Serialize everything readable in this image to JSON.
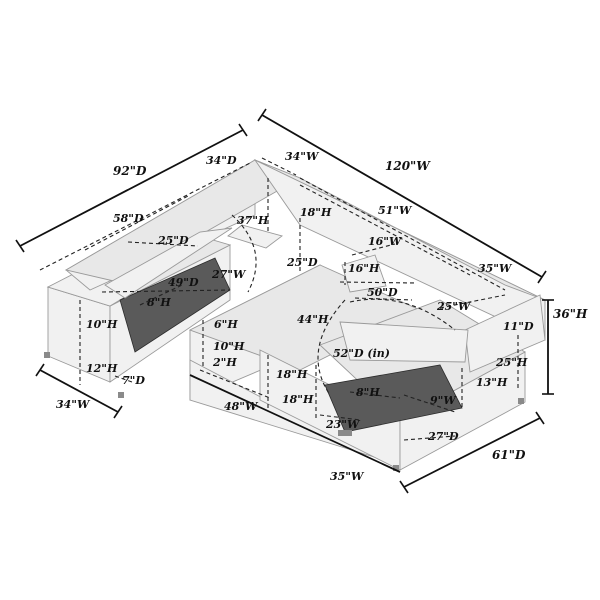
{
  "labels": {
    "d92": "92\"D",
    "d34top": "34\"D",
    "w34top": "34\"W",
    "w120": "120\"W",
    "d58": "58\"D",
    "w51": "51\"W",
    "h18a": "18\"H",
    "h37": "37\"H",
    "d25a": "25\"D",
    "w27": "27\"W",
    "d49": "49\"D",
    "h8a": "8\"H",
    "d25b": "25\"D",
    "w16": "16\"W",
    "h16": "16\"H",
    "w35a": "35\"W",
    "d50": "50\"D",
    "w25": "25\"W",
    "h36": "36\"H",
    "d11": "11\"D",
    "h44": "44\"H",
    "h10a": "10\"H",
    "h12": "12\"H",
    "d7": "7\"D",
    "w34bot": "34\"W",
    "h6": "6\"H",
    "h10b": "10\"H",
    "h2": "2\"H",
    "d52": "52\"D (in)",
    "h25": "25\"H",
    "h18b": "18\"H",
    "h8b": "8\"H",
    "w9": "9\"W",
    "h13": "13\"H",
    "w48": "48\"W",
    "h18c": "18\"H",
    "w23": "23\"W",
    "d27": "27\"D",
    "w35b": "35\"W",
    "d61": "61\"D"
  }
}
